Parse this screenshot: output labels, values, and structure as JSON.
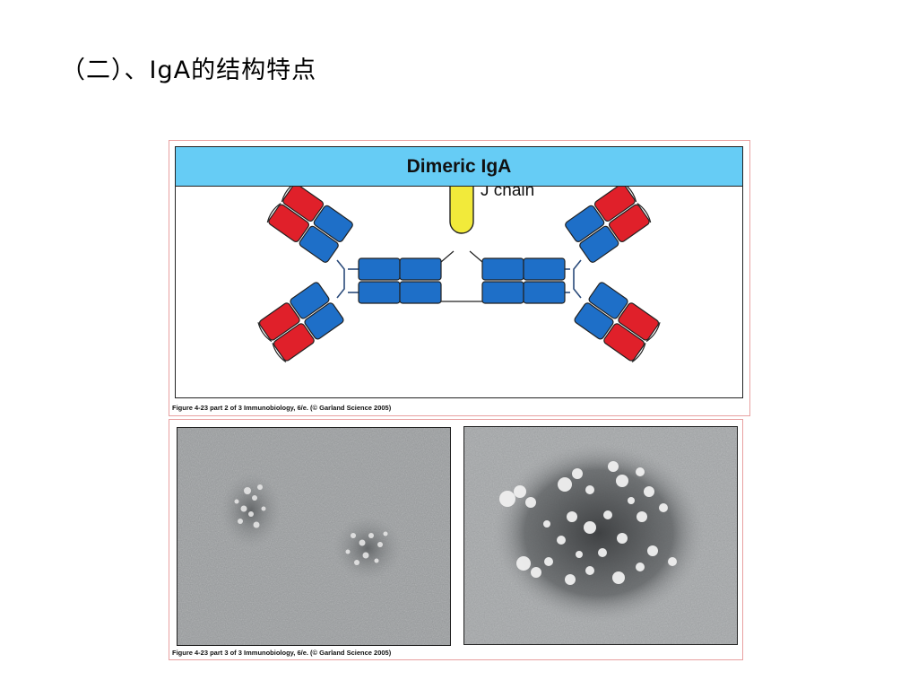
{
  "slide": {
    "title": "（二）、IgA的结构特点"
  },
  "diagram": {
    "header_title": "Dimeric IgA",
    "j_chain_label": "J chain",
    "colors": {
      "header_bg": "#66ccf5",
      "heavy_chain": "#1e6fc8",
      "light_chain_constant": "#1e6fc8",
      "variable_domain": "#e0202a",
      "j_chain": "#f2ea3a"
    },
    "caption": "Figure 4-23 part 2 of 3  Immunobiology, 6/e. (© Garland Science 2005)"
  },
  "micrographs": {
    "caption": "Figure 4-23 part 3 of 3  Immunobiology, 6/e. (© Garland Science 2005)"
  }
}
